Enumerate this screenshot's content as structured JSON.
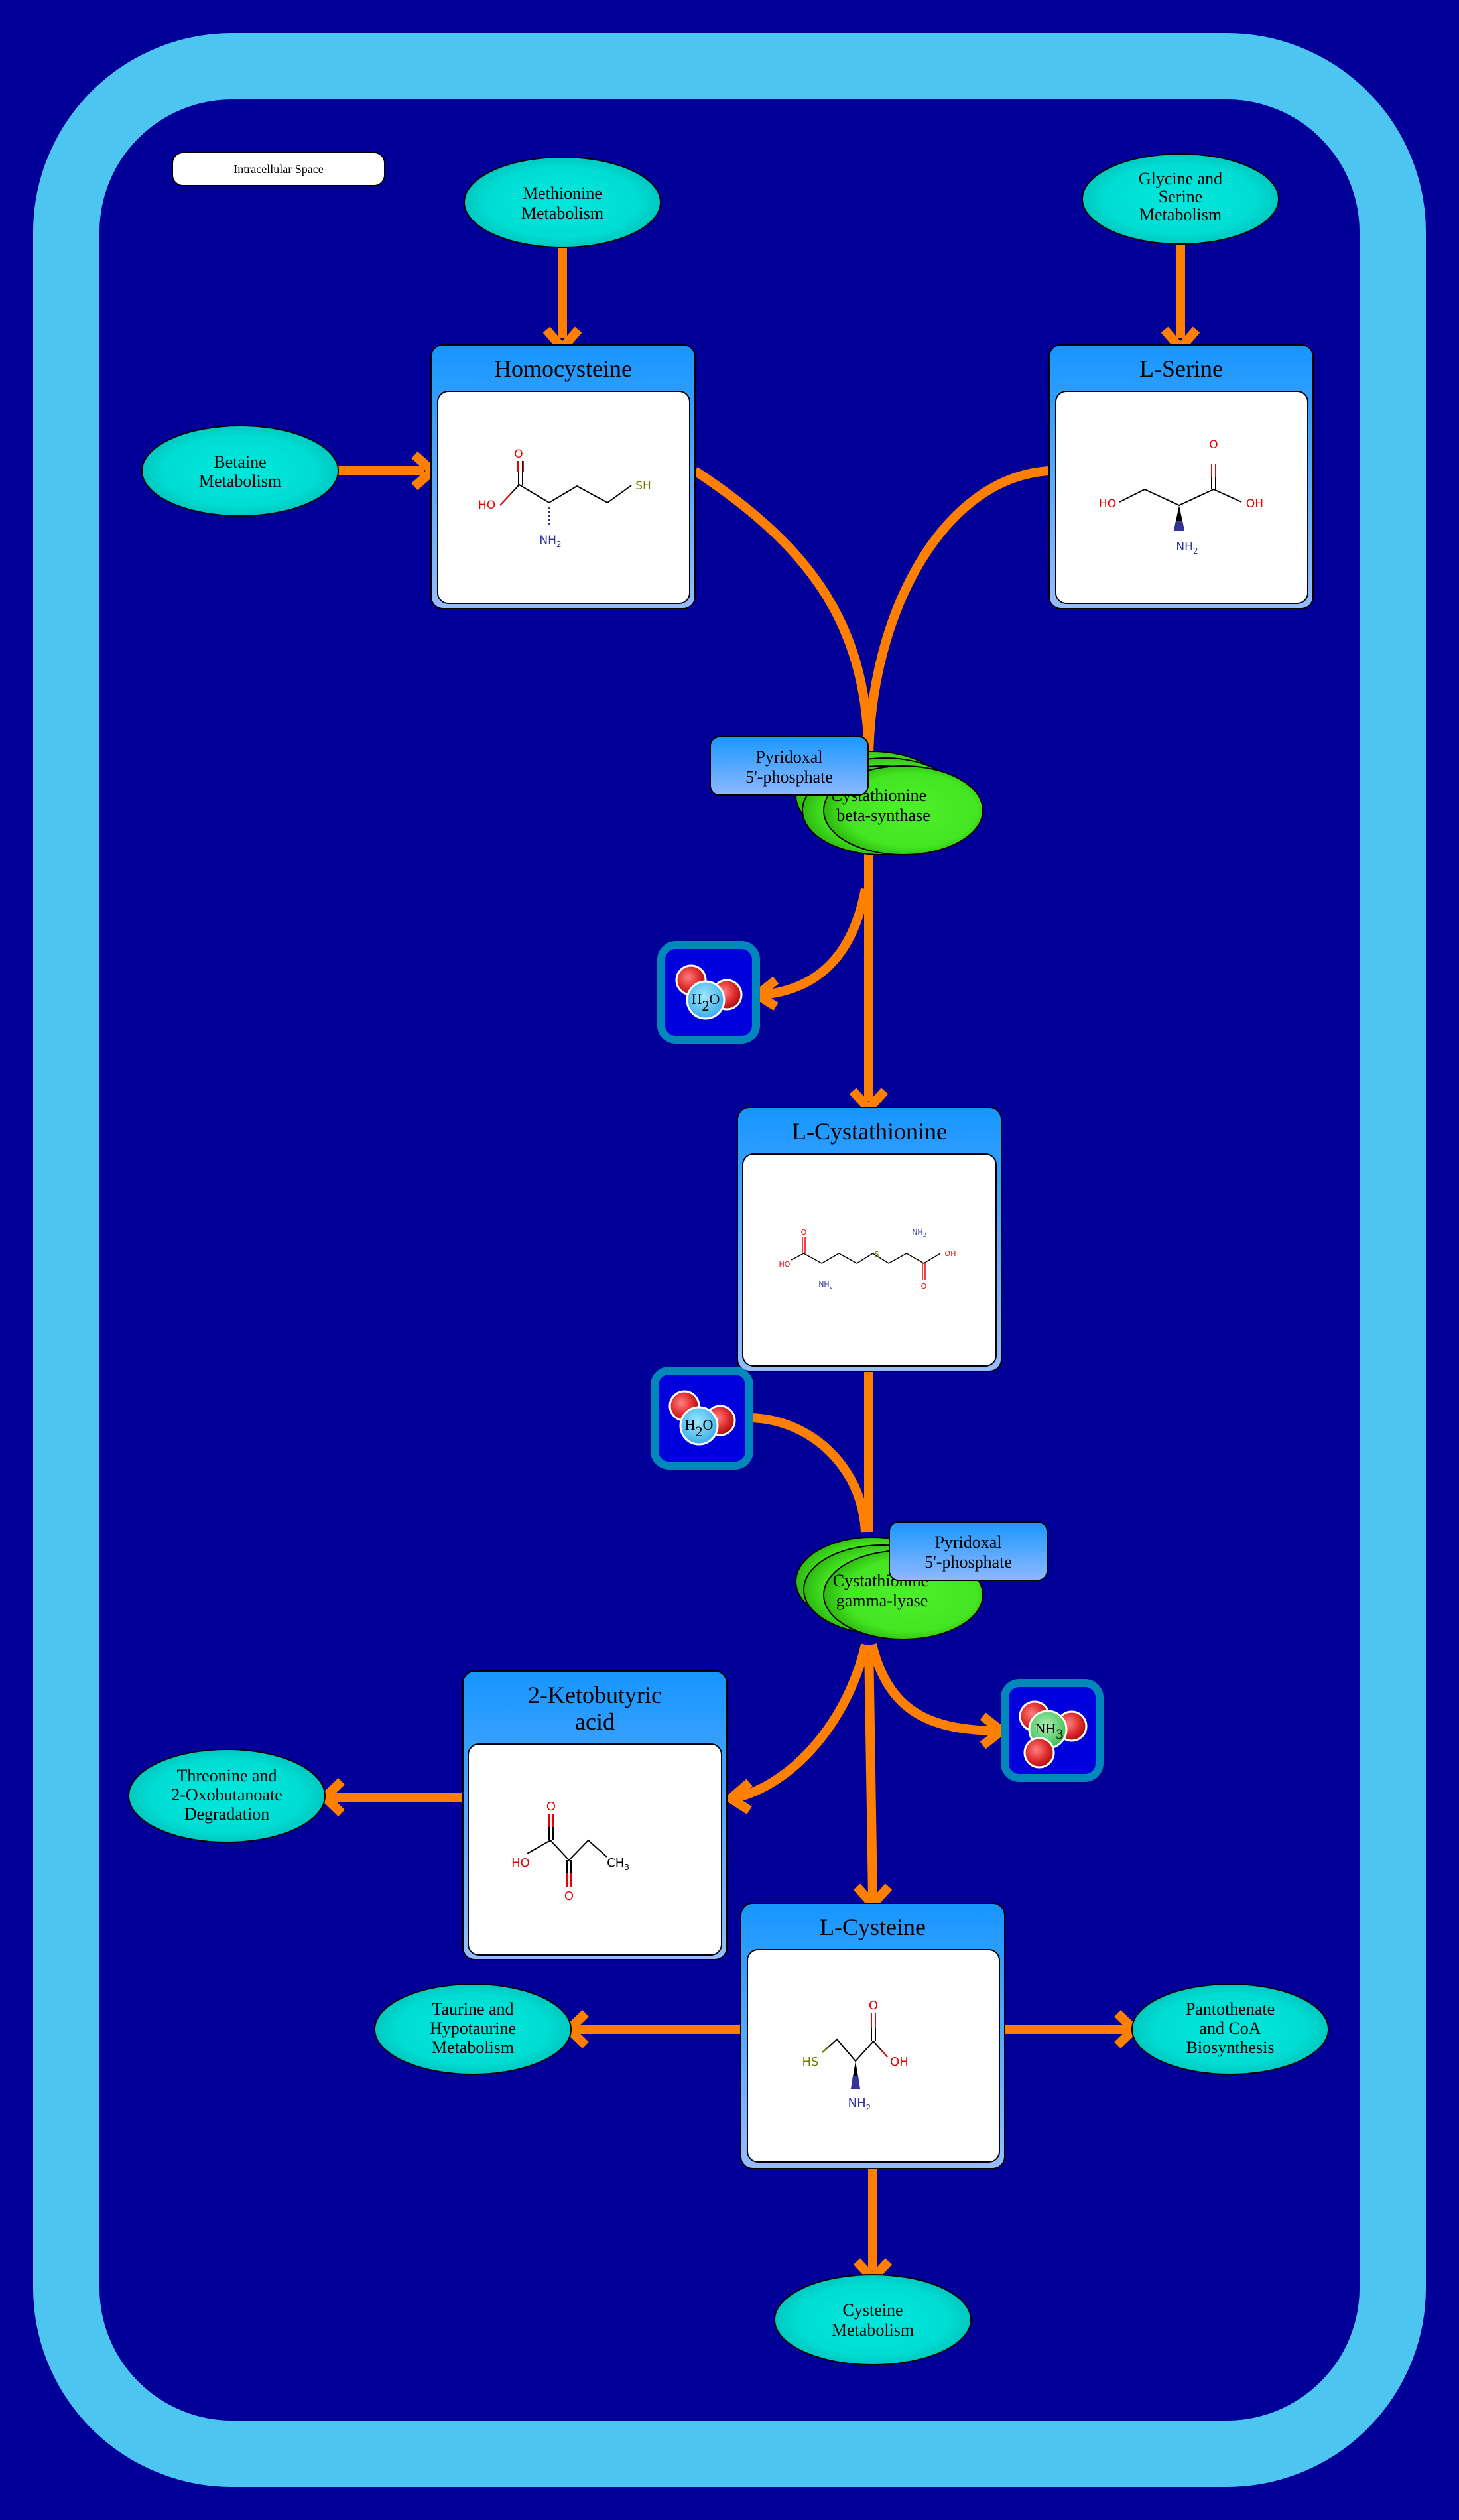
{
  "compartment": {
    "label": "Intracellular Space",
    "colors": {
      "background": "#000099",
      "membrane": "#4CC6F0"
    }
  },
  "pathways": [
    {
      "id": "methionine",
      "lines": [
        "Methionine",
        "Metabolism"
      ]
    },
    {
      "id": "glycine-serine",
      "lines": [
        "Glycine and",
        "Serine",
        "Metabolism"
      ]
    },
    {
      "id": "betaine",
      "lines": [
        "Betaine",
        "Metabolism"
      ]
    },
    {
      "id": "threonine",
      "lines": [
        "Threonine and",
        "2-Oxobutanoate",
        "Degradation"
      ]
    },
    {
      "id": "taurine",
      "lines": [
        "Taurine and",
        "Hypotaurine",
        "Metabolism"
      ]
    },
    {
      "id": "pantothenate",
      "lines": [
        "Pantothenate",
        "and CoA",
        "Biosynthesis"
      ]
    },
    {
      "id": "cysteine-metabolism",
      "lines": [
        "Cysteine",
        "Metabolism"
      ]
    }
  ],
  "compounds": [
    {
      "id": "homocysteine",
      "title_lines": [
        "Homocysteine"
      ],
      "atoms": {
        "o": "O",
        "ho": "HO",
        "nh2": "NH",
        "nh2_sub": "2",
        "sh": "SH"
      }
    },
    {
      "id": "l-serine",
      "title_lines": [
        "L-Serine"
      ],
      "atoms": {
        "o": "O",
        "ho": "HO",
        "oh": "OH",
        "nh2": "NH",
        "nh2_sub": "2"
      }
    },
    {
      "id": "l-cystathionine",
      "title_lines": [
        "L-Cystathionine"
      ],
      "atoms": {
        "o1": "O",
        "ho": "HO",
        "nh2a": "NH",
        "nh2_sub": "2",
        "s": "S",
        "nh2b": "NH",
        "oh": "OH",
        "o2": "O"
      }
    },
    {
      "id": "2-ketobutyric-acid",
      "title_lines": [
        "2-Ketobutyric",
        "acid"
      ],
      "atoms": {
        "o1": "O",
        "ho": "HO",
        "o2": "O",
        "ch3": "CH",
        "ch3_sub": "3"
      }
    },
    {
      "id": "l-cysteine",
      "title_lines": [
        "L-Cysteine"
      ],
      "atoms": {
        "o": "O",
        "hs": "HS",
        "oh": "OH",
        "nh2": "NH",
        "nh2_sub": "2"
      }
    }
  ],
  "enzymes": [
    {
      "id": "cbs",
      "lines": [
        "Cystathionine",
        "beta-synthase"
      ],
      "cofactor_lines": [
        "Pyridoxal",
        "5'-phosphate"
      ]
    },
    {
      "id": "cgl",
      "lines": [
        "Cystathionine",
        "gamma-lyase"
      ],
      "cofactor_lines": [
        "Pyridoxal",
        "5'-phosphate"
      ]
    }
  ],
  "small_molecules": [
    {
      "id": "h2o-1",
      "formula": "H",
      "sub": "2",
      "tail": "O"
    },
    {
      "id": "h2o-2",
      "formula": "H",
      "sub": "2",
      "tail": "O"
    },
    {
      "id": "nh3",
      "formula": "NH",
      "sub": "3",
      "tail": ""
    }
  ],
  "colors": {
    "arrow": "#FF7F00",
    "pathway_fill": "#00DDD3",
    "enzyme_fill": "#44EE22",
    "compound_header": "#1E9BFF",
    "compound_footer": "#90B8FF",
    "oxygen": "#FF0000",
    "nitrogen": "#333399",
    "sulfur": "#777700"
  }
}
